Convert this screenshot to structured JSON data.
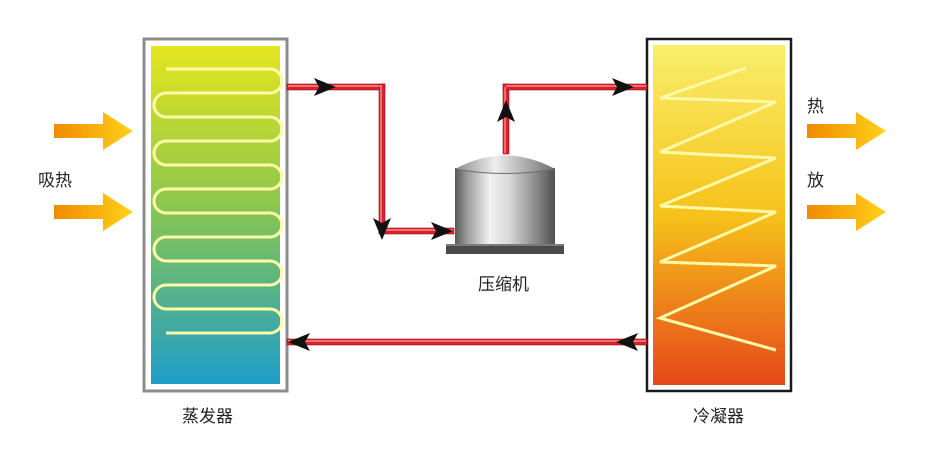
{
  "labels": {
    "evaporator": "蒸发器",
    "compressor": "压缩机",
    "condenser": "冷凝器",
    "absorb_heat": "吸热",
    "release_heat_1": "热",
    "release_heat_2": "放"
  },
  "colors": {
    "pipe_red": "#d8232a",
    "heat_arrow_orange": "#f2a100",
    "evaporator_top": "#e5e51e",
    "evaporator_bottom": "#1e9dc8",
    "condenser_top": "#f9ee6a",
    "condenser_bottom": "#e6471a",
    "coil": "#fff9a8"
  },
  "icons": {
    "flow_arrow": "arrowhead-icon",
    "heat_in": "right-arrow-icon",
    "heat_out": "right-arrow-icon"
  }
}
